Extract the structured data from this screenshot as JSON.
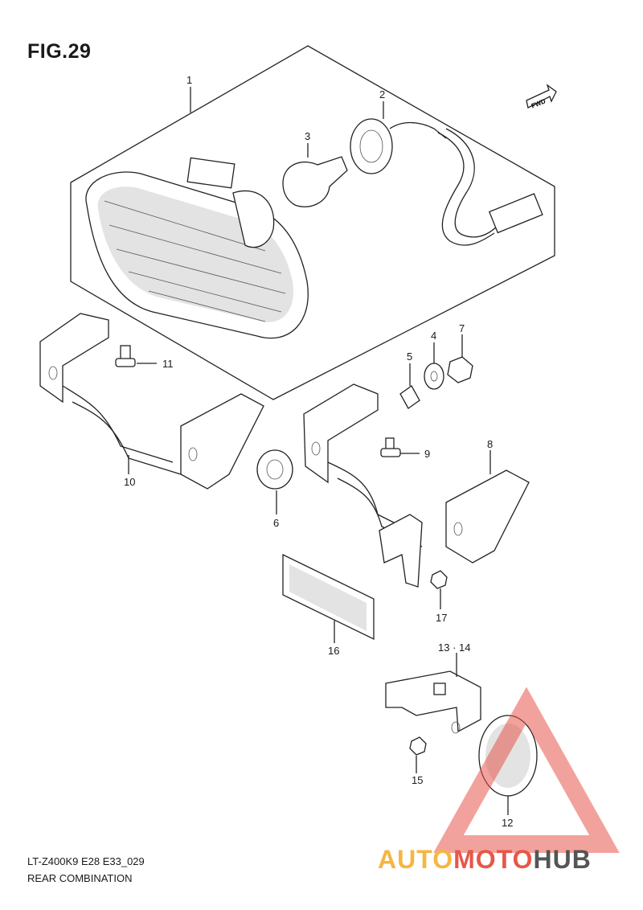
{
  "figure": {
    "title": "FIG.29",
    "code": "LT-Z400K9 E28 E33_029",
    "name": "REAR COMBINATION",
    "fwd_label": "FWD"
  },
  "callouts": {
    "c1": "1",
    "c2": "2",
    "c3": "3",
    "c4": "4",
    "c5": "5",
    "c6": "6",
    "c7": "7",
    "c8": "8",
    "c9": "9",
    "c10": "10",
    "c11": "11",
    "c12": "12",
    "c13_14": "13 · 14",
    "c15": "15",
    "c16": "16",
    "c17": "17"
  },
  "watermark": {
    "part_a": "AUTO",
    "part_b": "MOTO",
    "part_c": "HUB",
    "color_a": "#f5b642",
    "color_b": "#e8564a",
    "color_c": "#555555",
    "triangle_color": "#e8564a"
  }
}
